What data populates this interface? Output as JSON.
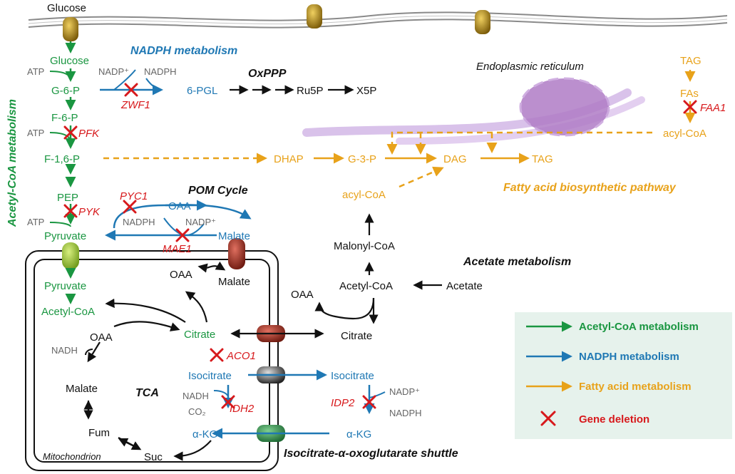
{
  "titles": {
    "nadph": "NADPH metabolism",
    "oxppp": "OxPPP",
    "er": "Endoplasmic reticulum",
    "acetylcoa": "Acetyl-CoA metabolism",
    "pom": "POM Cycle",
    "fatty": "Fatty acid biosynthetic pathway",
    "acetate": "Acetate metabolism",
    "tca": "TCA",
    "mito": "Mitochondrion",
    "shuttle": "Isocitrate-α-oxoglutarate shuttle"
  },
  "metabolites": {
    "glucose_out": "Glucose",
    "glucose": "Glucose",
    "atp1": "ATP",
    "g6p": "G-6-P",
    "f6p": "F-6-P",
    "atp2": "ATP",
    "f16p": "F-1,6-P",
    "pep": "PEP",
    "atp3": "ATP",
    "pyruvate": "Pyruvate",
    "nadp1": "NADP⁺",
    "nadph1": "NADPH",
    "pgl": "6-PGL",
    "ru5p": "Ru5P",
    "x5p": "X5P",
    "oaa_pom": "OAA",
    "nadph_pom": "NADPH",
    "nadp_pom": "NADP⁺",
    "malate_pom": "Malate",
    "dhap": "DHAP",
    "g3p": "G-3-P",
    "dag": "DAG",
    "tag": "TAG",
    "tag_top": "TAG",
    "fas": "FAs",
    "acylcoa_right": "acyl-CoA",
    "acylcoa": "acyl-CoA",
    "malonylcoa": "Malonyl-CoA",
    "acetylcoa_cyt": "Acetyl-CoA",
    "acetate": "Acetate",
    "oaa_cyt": "OAA",
    "citrate_cyt": "Citrate",
    "isocitrate_cyt": "Isocitrate",
    "nadp_cyt": "NADP⁺",
    "nadph_cyt": "NADPH",
    "akg_cyt": "α-KG",
    "oaa_mito_top": "OAA",
    "malate_mito_top": "Malate",
    "pyruvate_mito": "Pyruvate",
    "acetylcoa_mito": "Acetyl-CoA",
    "oaa_tca": "OAA",
    "citrate_mito": "Citrate",
    "nadh1": "NADH",
    "malate_tca": "Malate",
    "isocitrate_mito": "Isocitrate",
    "nadh2": "NADH",
    "co2": "CO₂",
    "akg_mito": "α-KG",
    "fum": "Fum",
    "suc": "Suc"
  },
  "genes": {
    "zwf1": "ZWF1",
    "pfk": "PFK",
    "pyk": "PYK",
    "pyc1": "PYC1",
    "mae1": "MAE1",
    "aco1": "ACO1",
    "idh2": "IDH2",
    "idp2": "IDP2",
    "faa1": "FAA1"
  },
  "legend": {
    "acetyl": "Acetyl-CoA metabolism",
    "nadph": "NADPH metabolism",
    "fatty": "Fatty acid metabolism",
    "deletion": "Gene deletion"
  },
  "colors": {
    "green": "#1a9641",
    "blue": "#1f78b4",
    "orange": "#e8a21a",
    "red": "#d7191c",
    "er_purple": "#b07cc6",
    "legend_bg": "#e6f2ec"
  }
}
